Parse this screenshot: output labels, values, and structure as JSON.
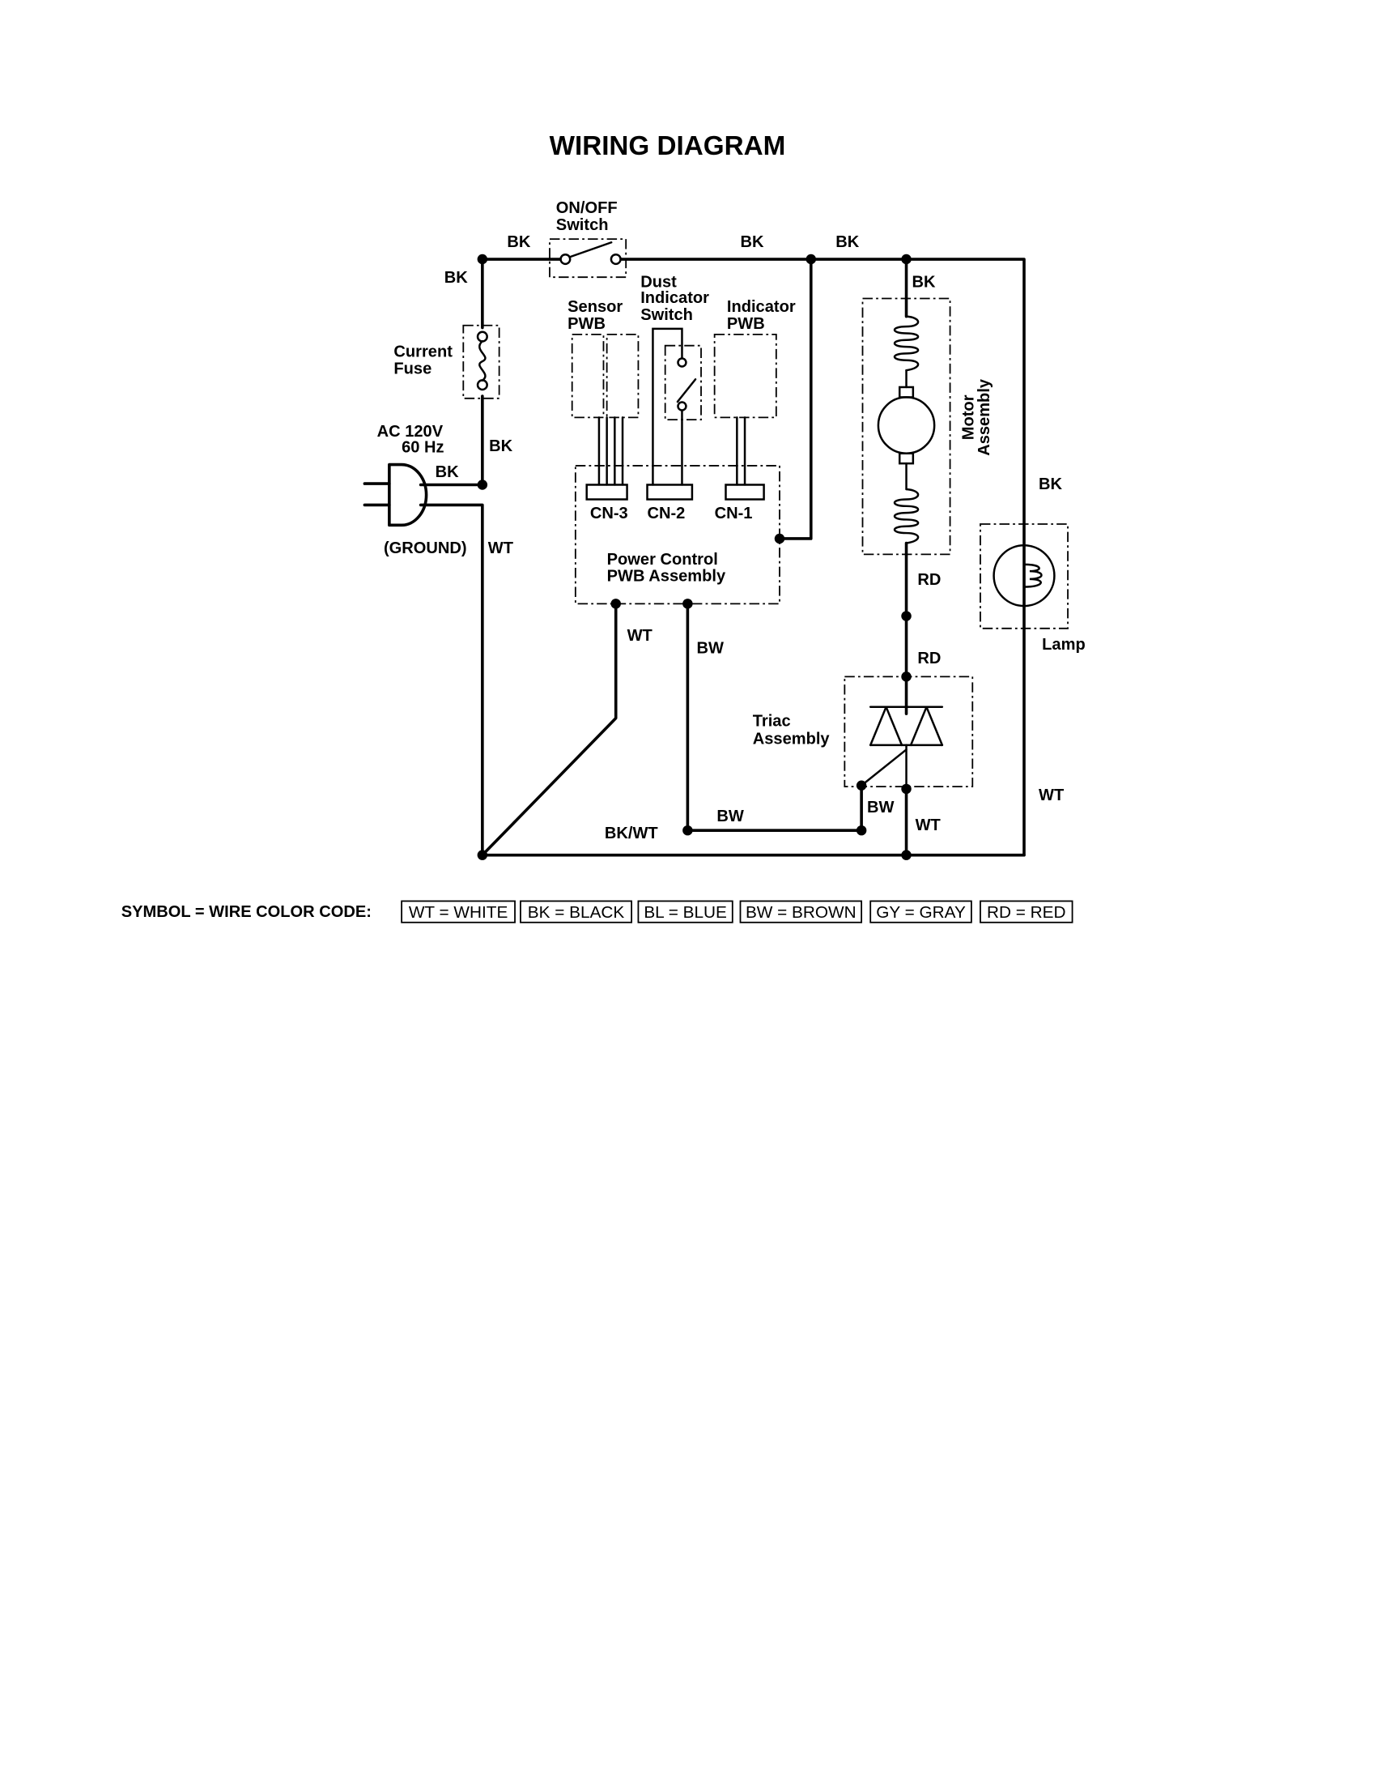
{
  "title": "WIRING DIAGRAM",
  "components": {
    "switch": [
      "ON/OFF",
      "Switch"
    ],
    "fuse": [
      "Current",
      "Fuse"
    ],
    "power_source": [
      "AC 120V",
      "60 Hz"
    ],
    "ground": "(GROUND)",
    "sensor_pwb": [
      "Sensor",
      "PWB"
    ],
    "dust_switch": [
      "Dust",
      "Indicator",
      "Switch"
    ],
    "indicator_pwb": [
      "Indicator",
      "PWB"
    ],
    "power_control": [
      "Power Control",
      "PWB Assembly"
    ],
    "connectors": [
      "CN-3",
      "CN-2",
      "CN-1"
    ],
    "motor": [
      "Motor",
      "Assembly"
    ],
    "lamp": "Lamp",
    "triac": [
      "Triac",
      "Assembly"
    ]
  },
  "wire_labels": {
    "top_left": "BK",
    "top_mid": "BK",
    "top_right": "BK",
    "left_upper": "BK",
    "left_lower": "BK",
    "plug": "BK",
    "ground_wire": "WT",
    "motor_in": "BK",
    "motor_out": "RD",
    "triac_in": "RD",
    "lamp_in": "BK",
    "lamp_out": "WT",
    "pcb_wt": "WT",
    "pcb_bw": "BW",
    "bottom_bw": "BW",
    "triac_bw": "BW",
    "triac_wt": "WT",
    "bottom": "BK/WT"
  },
  "legend": {
    "caption": "SYMBOL = WIRE COLOR CODE:",
    "codes": [
      "WT = WHITE",
      "BK = BLACK",
      "BL = BLUE",
      "BW = BROWN",
      "GY = GRAY",
      "RD = RED"
    ]
  }
}
